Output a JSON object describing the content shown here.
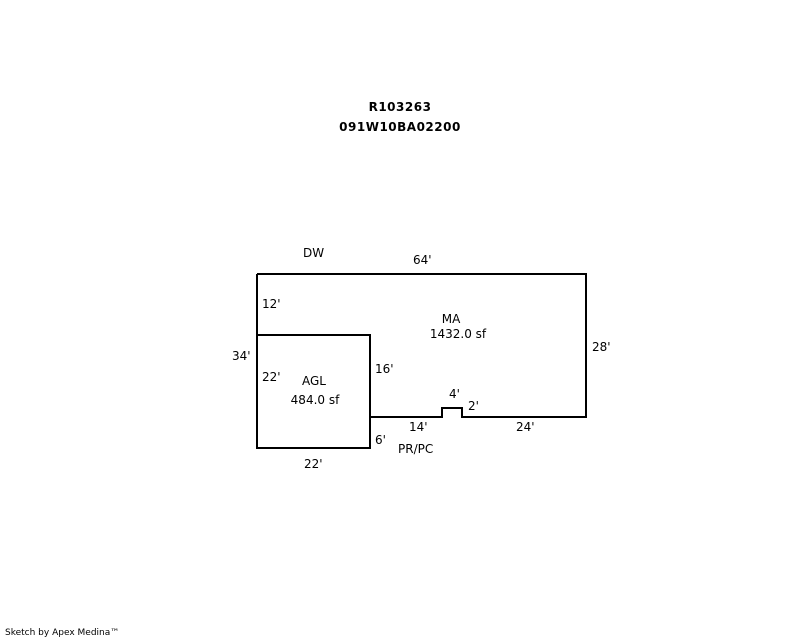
{
  "header": {
    "parcel_id": "R103263",
    "map_number": "091W10BA02200"
  },
  "labels": {
    "dw": "DW",
    "dim_64": "64'",
    "dim_12": "12'",
    "dim_34": "34'",
    "dim_28": "28'",
    "ma_name": "MA",
    "ma_area": "1432.0 sf",
    "agl_name": "AGL",
    "agl_area": "484.0 sf",
    "dim_22_left": "22'",
    "dim_16": "16'",
    "dim_4": "4'",
    "dim_2": "2'",
    "dim_14": "14'",
    "dim_24": "24'",
    "dim_6": "6'",
    "dim_22_bottom": "22'",
    "pr_pc": "PR/PC"
  },
  "footer": {
    "credit": "Sketch by Apex Medina™"
  }
}
